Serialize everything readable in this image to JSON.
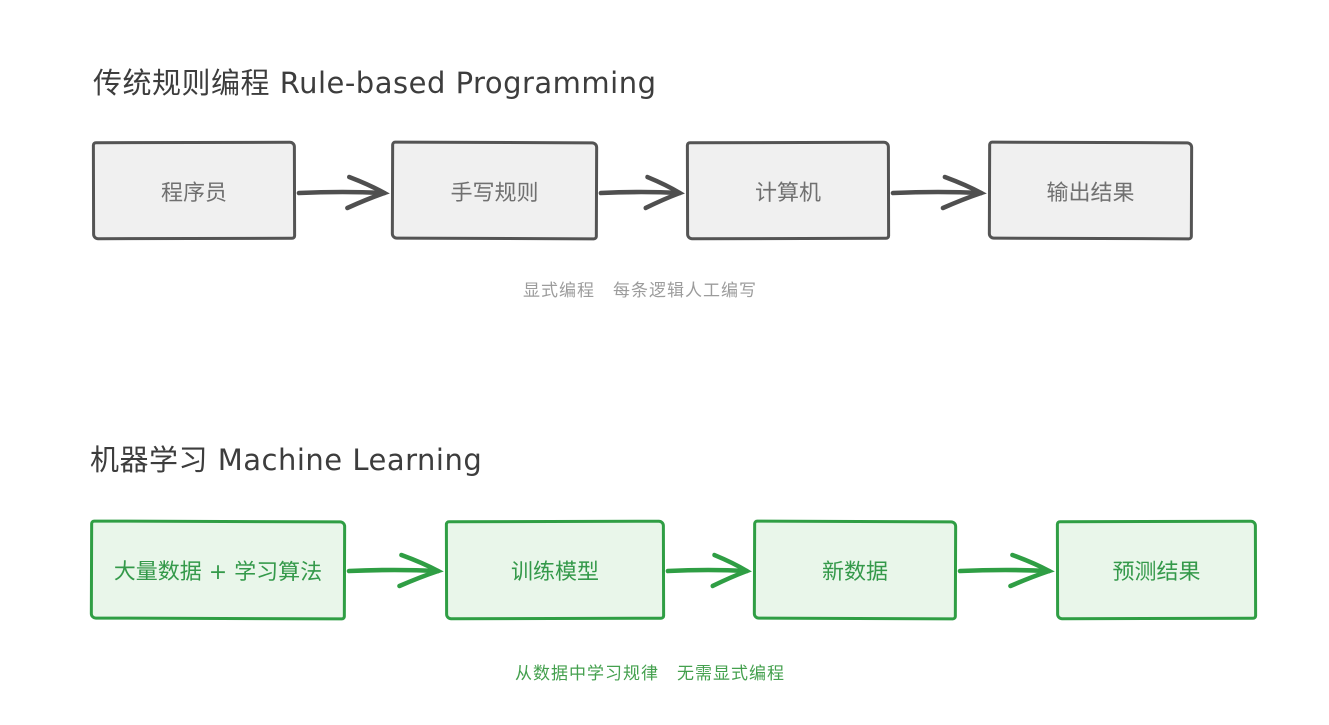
{
  "diagram": {
    "background_color": "#ffffff",
    "sections": [
      {
        "id": "rule-based-programming",
        "title": "传统规则编程 Rule-based Programming",
        "nodes": [
          "程序员",
          "手写规则",
          "计算机",
          "输出结果"
        ],
        "caption": "显式编程　每条逻辑人工编写",
        "colors": {
          "box_fill": "#f0f0f0",
          "box_border": "#545454",
          "box_text": "#707070",
          "arrow": "#4f4f4f",
          "caption": "#9c9c9c",
          "title": "#3d3d3d"
        }
      },
      {
        "id": "machine-learning",
        "title": "机器学习 Machine Learning",
        "nodes": [
          "大量数据 + 学习算法",
          "训练模型",
          "新数据",
          "预测结果"
        ],
        "caption": "从数据中学习规律　无需显式编程",
        "colors": {
          "box_fill": "#e9f6ea",
          "box_border": "#2f9e44",
          "box_text": "#34994a",
          "arrow": "#2f9e44",
          "caption": "#44a04e",
          "title": "#3d3d3d"
        }
      }
    ]
  }
}
